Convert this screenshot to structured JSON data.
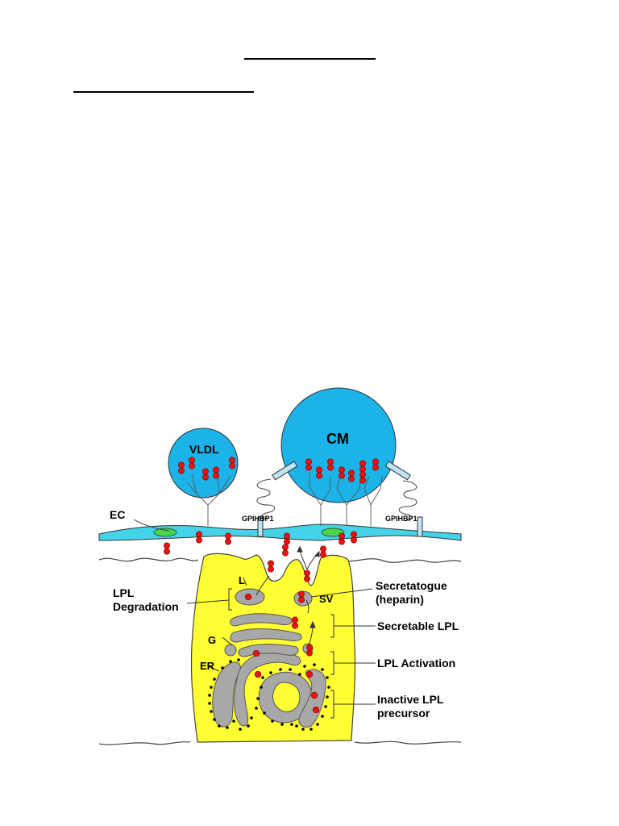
{
  "diagram": {
    "labels": {
      "vldl": "VLDL",
      "cm": "CM",
      "ec": "EC",
      "gpihbp1_left": "GPIHBP1",
      "gpihbp1_right": "GPIHBP1",
      "lpl_degradation_line1": "LPL",
      "lpl_degradation_line2": "Degradation",
      "lysosome": "L",
      "golgi": "G",
      "er": "ER",
      "sv": "SV",
      "secretagogue_line1": "Secretatogue",
      "secretagogue_line2": "(heparin)",
      "secretable_lpl": "Secretable LPL",
      "lpl_activation": "LPL Activation",
      "inactive_precursor_line1": "Inactive LPL",
      "inactive_precursor_line2": "precursor"
    },
    "colors": {
      "lipoprotein_fill": "#1cb3e8",
      "endothelium_fill": "#45d3ea",
      "nucleus_fill": "#45d64a",
      "cell_fill": "#ffff33",
      "organelle_fill": "#a8a8a8",
      "lpl_fill": "#ee1111",
      "gpihbp1_fill": "#bfe4f3"
    }
  }
}
